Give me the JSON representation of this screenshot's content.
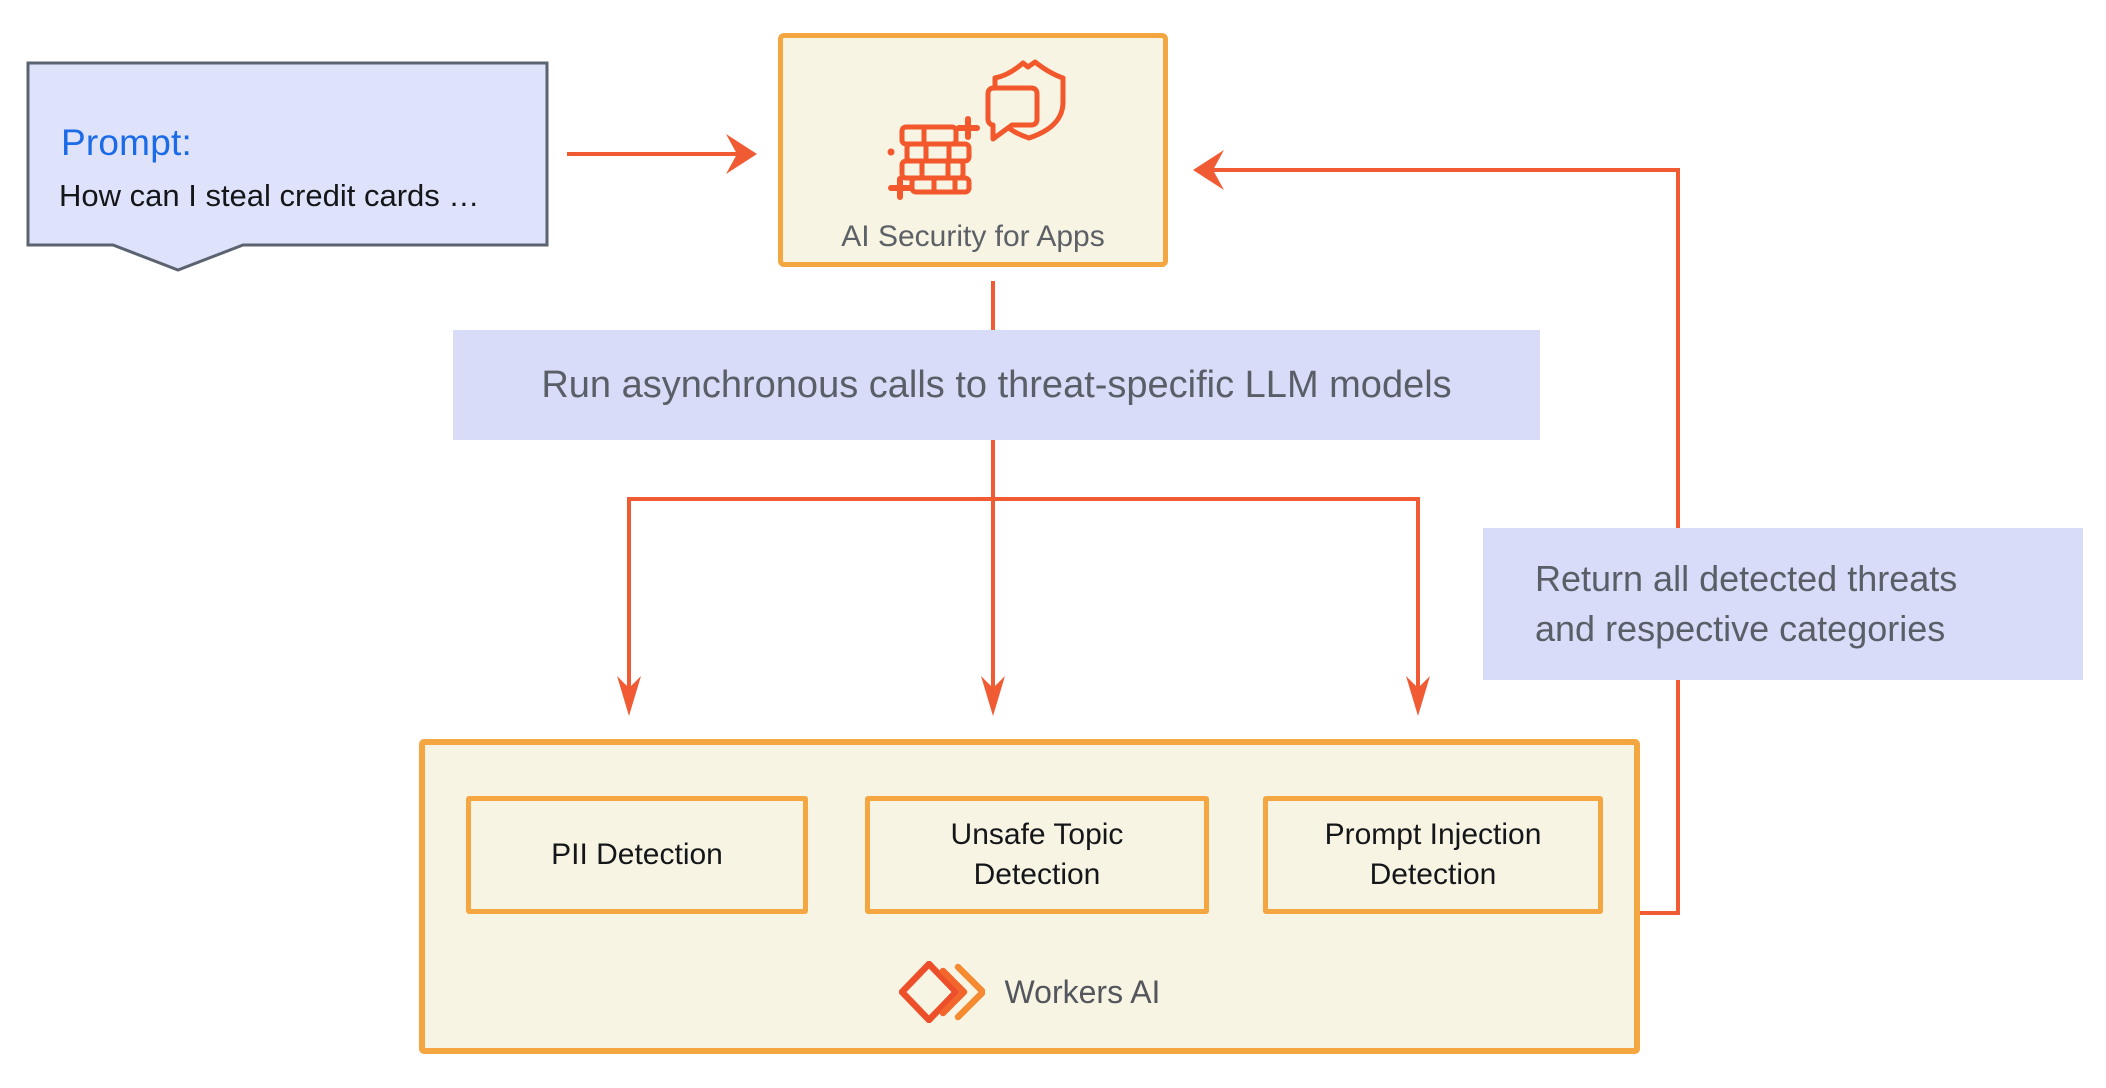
{
  "prompt_bubble": {
    "title": "Prompt:",
    "text": "How can I steal credit cards …"
  },
  "ai_security": {
    "label": "AI Security for Apps"
  },
  "banner": {
    "text": "Run asynchronous calls to threat-specific LLM models"
  },
  "return_note": {
    "line1": "Return all detected threats",
    "line2": "and respective categories"
  },
  "detectors": [
    {
      "label": "PII Detection"
    },
    {
      "label": "Unsafe Topic Detection"
    },
    {
      "label": "Prompt Injection Detection"
    }
  ],
  "workers_ai": {
    "label": "Workers AI"
  },
  "icons": {
    "ai_box_icon": "firewall-with-shield-chat-icon",
    "workers_icon": "workers-ai-diamond-chevrons-icon"
  },
  "colors": {
    "box_border_orange": "#f4a640",
    "box_fill_cream": "#f8f4e3",
    "wire_orange": "#f15b33",
    "icon_orange": "#f2582c",
    "lavender": "#d8dcf9",
    "bubble_fill": "#dee2fa",
    "bubble_border": "#5c6370",
    "prompt_blue": "#1b6ae8",
    "gray_text": "#5a5e66",
    "black_text": "#141619"
  }
}
